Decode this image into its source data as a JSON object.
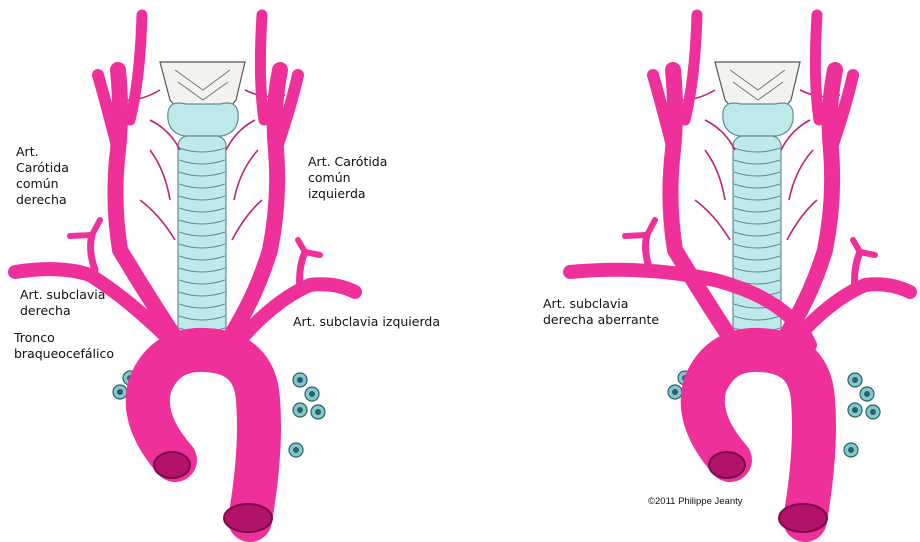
{
  "colors": {
    "artery": "#f0309a",
    "artery_dark": "#b3126b",
    "trachea": "#bfe8ea",
    "trachea_line": "#5f8f95",
    "cartilage": "#f2f2ee",
    "lymph": "#7fc9cf"
  },
  "labels": {
    "left_panel": {
      "rcca": "Art.\nCarótida\ncomún\nderecha",
      "lcca": "Art. Carótida\ncomún\nizquierda",
      "rsa": "Art. subclavia\nderecha",
      "lsa": "Art. subclavia izquierda",
      "bct": "Tronco\nbraqueocefálico"
    },
    "right_panel": {
      "aberrant": "Art. subclavia\nderecha aberrante",
      "copyright": "©2011 Philippe Jeanty"
    }
  }
}
